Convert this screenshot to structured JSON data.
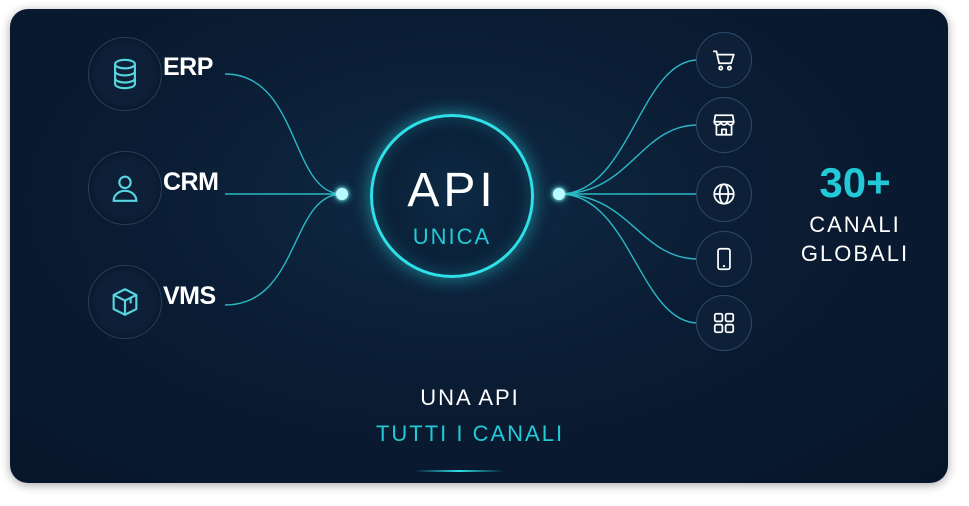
{
  "sources": [
    {
      "label": "ERP",
      "icon": "database-icon"
    },
    {
      "label": "CRM",
      "icon": "user-icon"
    },
    {
      "label": "VMS",
      "icon": "box-icon"
    }
  ],
  "hub": {
    "title": "API",
    "subtitle": "UNICA"
  },
  "channels": [
    {
      "icon": "cart-icon"
    },
    {
      "icon": "store-icon"
    },
    {
      "icon": "globe-icon"
    },
    {
      "icon": "phone-icon"
    },
    {
      "icon": "apps-grid-icon"
    }
  ],
  "stat": {
    "number": "30+",
    "line1": "CANALI",
    "line2": "GLOBALI"
  },
  "tagline": {
    "line1": "UNA API",
    "line2": "TUTTI I CANALI"
  },
  "colors": {
    "accent": "#21cad6",
    "background": "#0a1c33",
    "text": "#ffffff"
  }
}
